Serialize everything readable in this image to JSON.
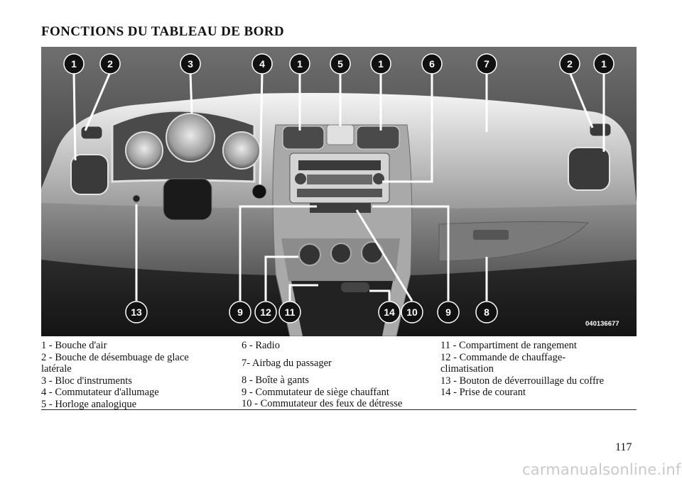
{
  "page": {
    "title": "FONCTIONS DU TABLEAU DE BORD",
    "page_number": "117",
    "watermark": "carmanualsonline.info"
  },
  "figure": {
    "code": "040136677",
    "callouts_top": [
      "1",
      "2",
      "3",
      "4",
      "1",
      "5",
      "1",
      "6",
      "7",
      "2",
      "1"
    ],
    "callouts_bottom": [
      "13",
      "9",
      "12",
      "11",
      "14",
      "10",
      "9",
      "8"
    ]
  },
  "legend": {
    "col1": [
      "1 - Bouche d'air",
      "2 - Bouche de désembuage de glace",
      "latérale",
      "3 - Bloc d'instruments",
      "4 - Commutateur d'allumage",
      "5 - Horloge analogique"
    ],
    "col2": [
      "6 - Radio",
      "7- Airbag du passager",
      "8 - Boîte à gants",
      "9 - Commutateur de siège chauffant",
      "10 - Commutateur des feux de détresse"
    ],
    "col3": [
      "11 - Compartiment de rangement",
      "12 - Commande de chauffage-",
      "climatisation",
      "13 - Bouton de déverrouillage du coffre",
      "14 - Prise de courant"
    ]
  }
}
